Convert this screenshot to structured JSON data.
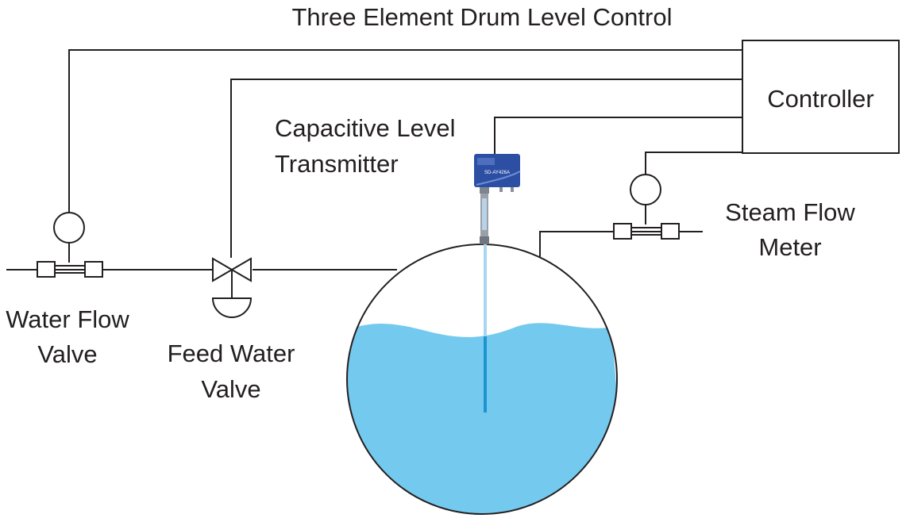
{
  "title": "Three Element Drum Level Control",
  "controller": {
    "label": "Controller"
  },
  "transmitter": {
    "label_line1": "Capacitive Level",
    "label_line2": "Transmitter",
    "model_text": "SD-AY426A"
  },
  "steam_flow_meter": {
    "label_line1": "Steam Flow",
    "label_line2": "Meter"
  },
  "water_flow_valve": {
    "label_line1": "Water Flow",
    "label_line2": "Valve"
  },
  "feed_water_valve": {
    "label_line1": "Feed Water",
    "label_line2": "Valve"
  },
  "colors": {
    "line": "#231f20",
    "water": "#74c9ee",
    "probe": "#1a95d0",
    "transmitter_body": "#2d4fa3"
  },
  "icons": [
    "drum-vessel",
    "flow-meter-icon",
    "control-valve-icon",
    "level-transmitter-icon"
  ]
}
